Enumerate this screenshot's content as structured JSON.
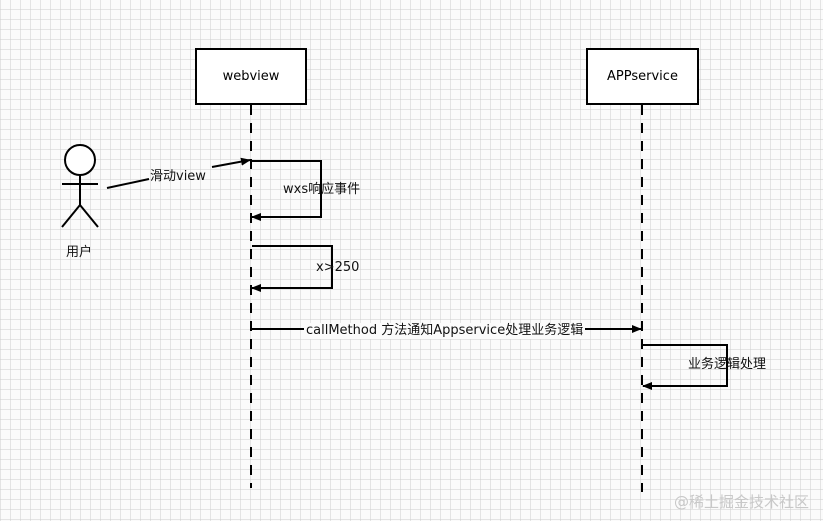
{
  "actor": {
    "label": "用户",
    "icon": "stick-figure-icon"
  },
  "lifelines": {
    "webview": "webview",
    "appservice": "APPservice"
  },
  "messages": {
    "swipe": "滑动view",
    "wxs": "wxs响应事件",
    "x250": "x>250",
    "call": "callMethod 方法通知Appservice处理业务逻辑",
    "biz": "业务逻辑处理"
  },
  "watermark": "@稀土掘金技术社区",
  "colors": {
    "stroke": "#000000",
    "grid": "#d2d2d2",
    "background": "#fbfbfb",
    "watermark": "#c8c8c8"
  }
}
